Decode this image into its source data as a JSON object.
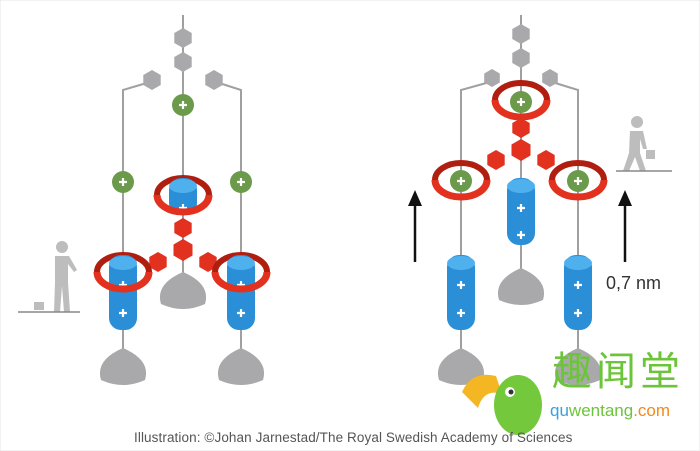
{
  "measurement_label": "0,7 nm",
  "credit": "Illustration: ©Johan Jarnestad/The Royal Swedish Academy of Sciences",
  "watermark": {
    "chinese": "趣闻堂",
    "url_part1": "qu",
    "url_part2": "wentang",
    "url_part3": ".com"
  },
  "colors": {
    "ring": "#e2321f",
    "cylinder": "#2a8fd6",
    "ball": "#6a9a4a",
    "gray": "#a9a9ab",
    "arrow": "#111111"
  },
  "icons": [
    "person-standing-low-icon",
    "person-walking-up-icon",
    "arrow-up-icon",
    "parrot-logo-icon"
  ]
}
